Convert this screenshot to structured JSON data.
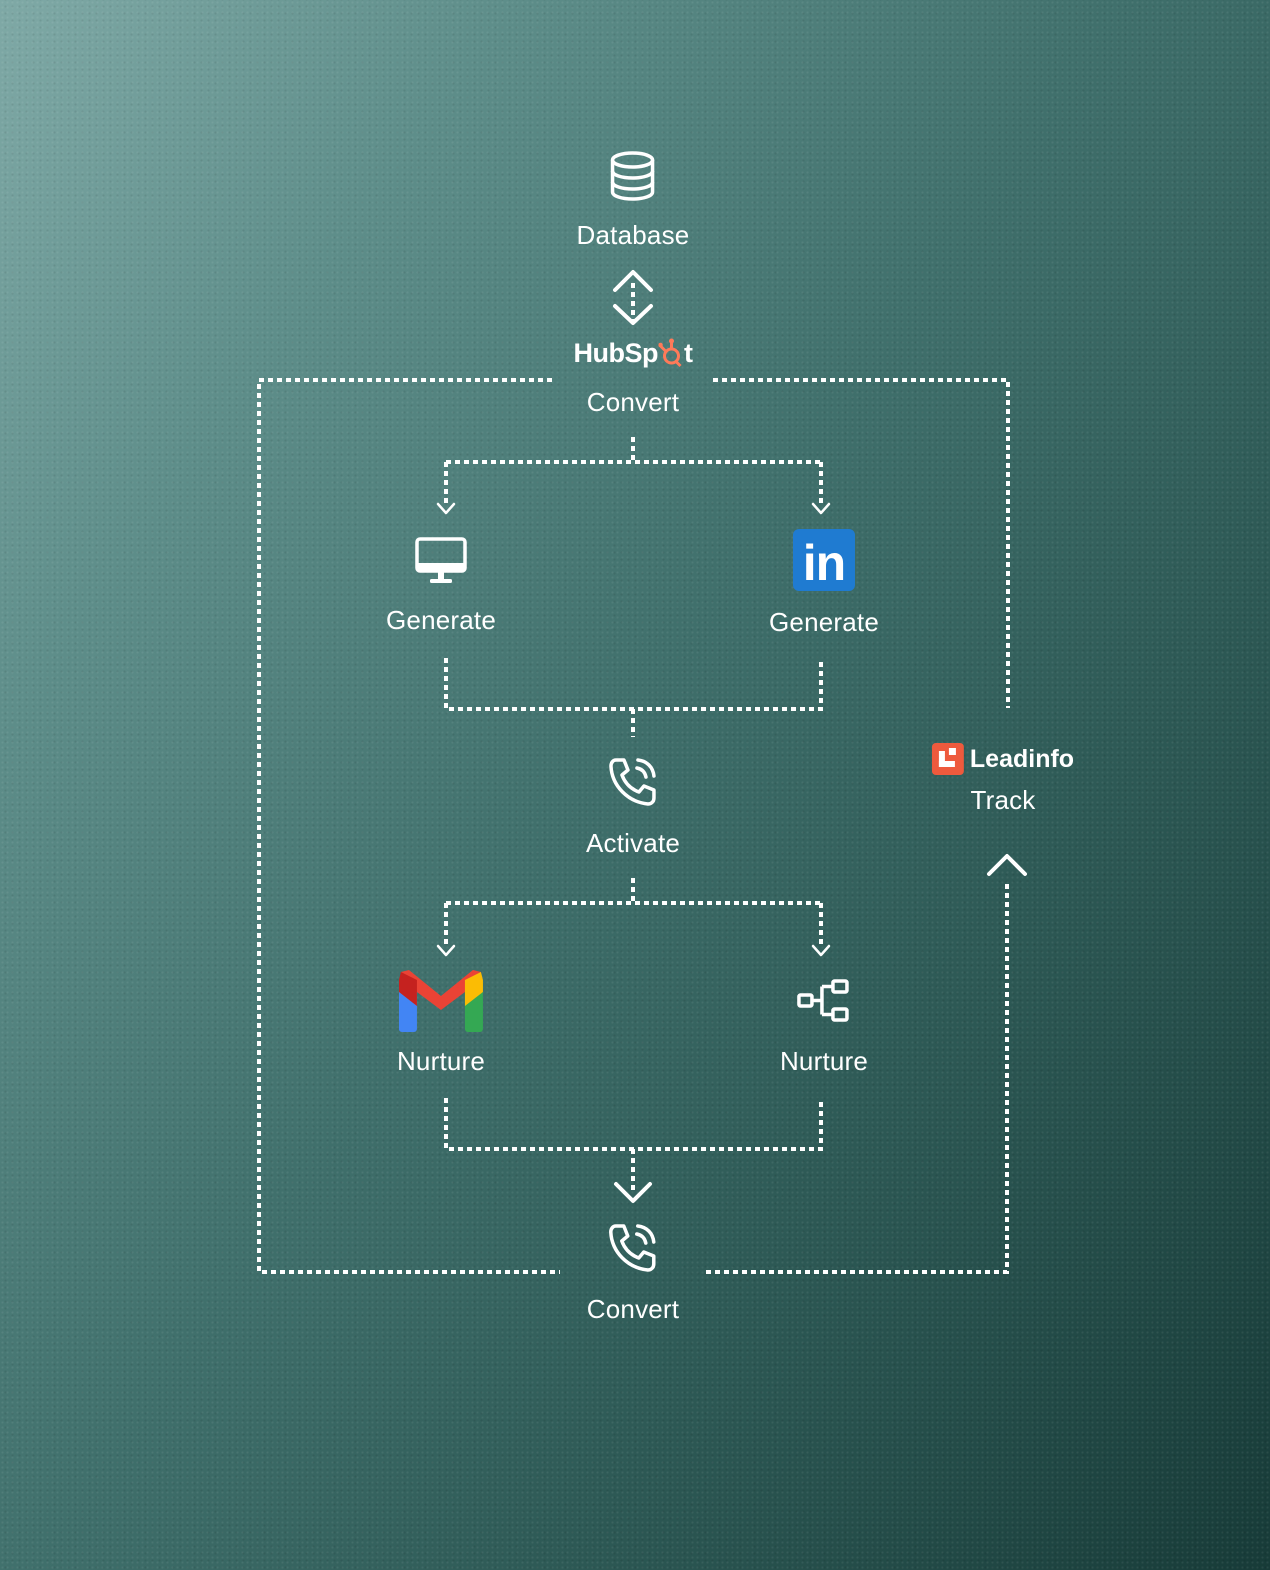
{
  "nodes": {
    "database": {
      "label": "Database",
      "icon": "database-icon"
    },
    "hubspot": {
      "brand": "HubSpot",
      "label": "Convert",
      "icon": "hubspot-logo",
      "accent": "#ff7a59"
    },
    "generate_web": {
      "label": "Generate",
      "icon": "monitor-icon"
    },
    "generate_linkedin": {
      "label": "Generate",
      "icon": "linkedin-logo",
      "brand_text": "in",
      "accent": "#1f7bd1"
    },
    "activate": {
      "label": "Activate",
      "icon": "phone-call-icon"
    },
    "nurture_gmail": {
      "label": "Nurture",
      "icon": "gmail-logo"
    },
    "nurture_workflow": {
      "label": "Nurture",
      "icon": "workflow-icon"
    },
    "convert_call": {
      "label": "Convert",
      "icon": "phone-call-icon"
    },
    "leadinfo": {
      "brand": "Leadinfo",
      "label": "Track",
      "icon": "leadinfo-logo",
      "accent": "#ee5a3d"
    }
  }
}
